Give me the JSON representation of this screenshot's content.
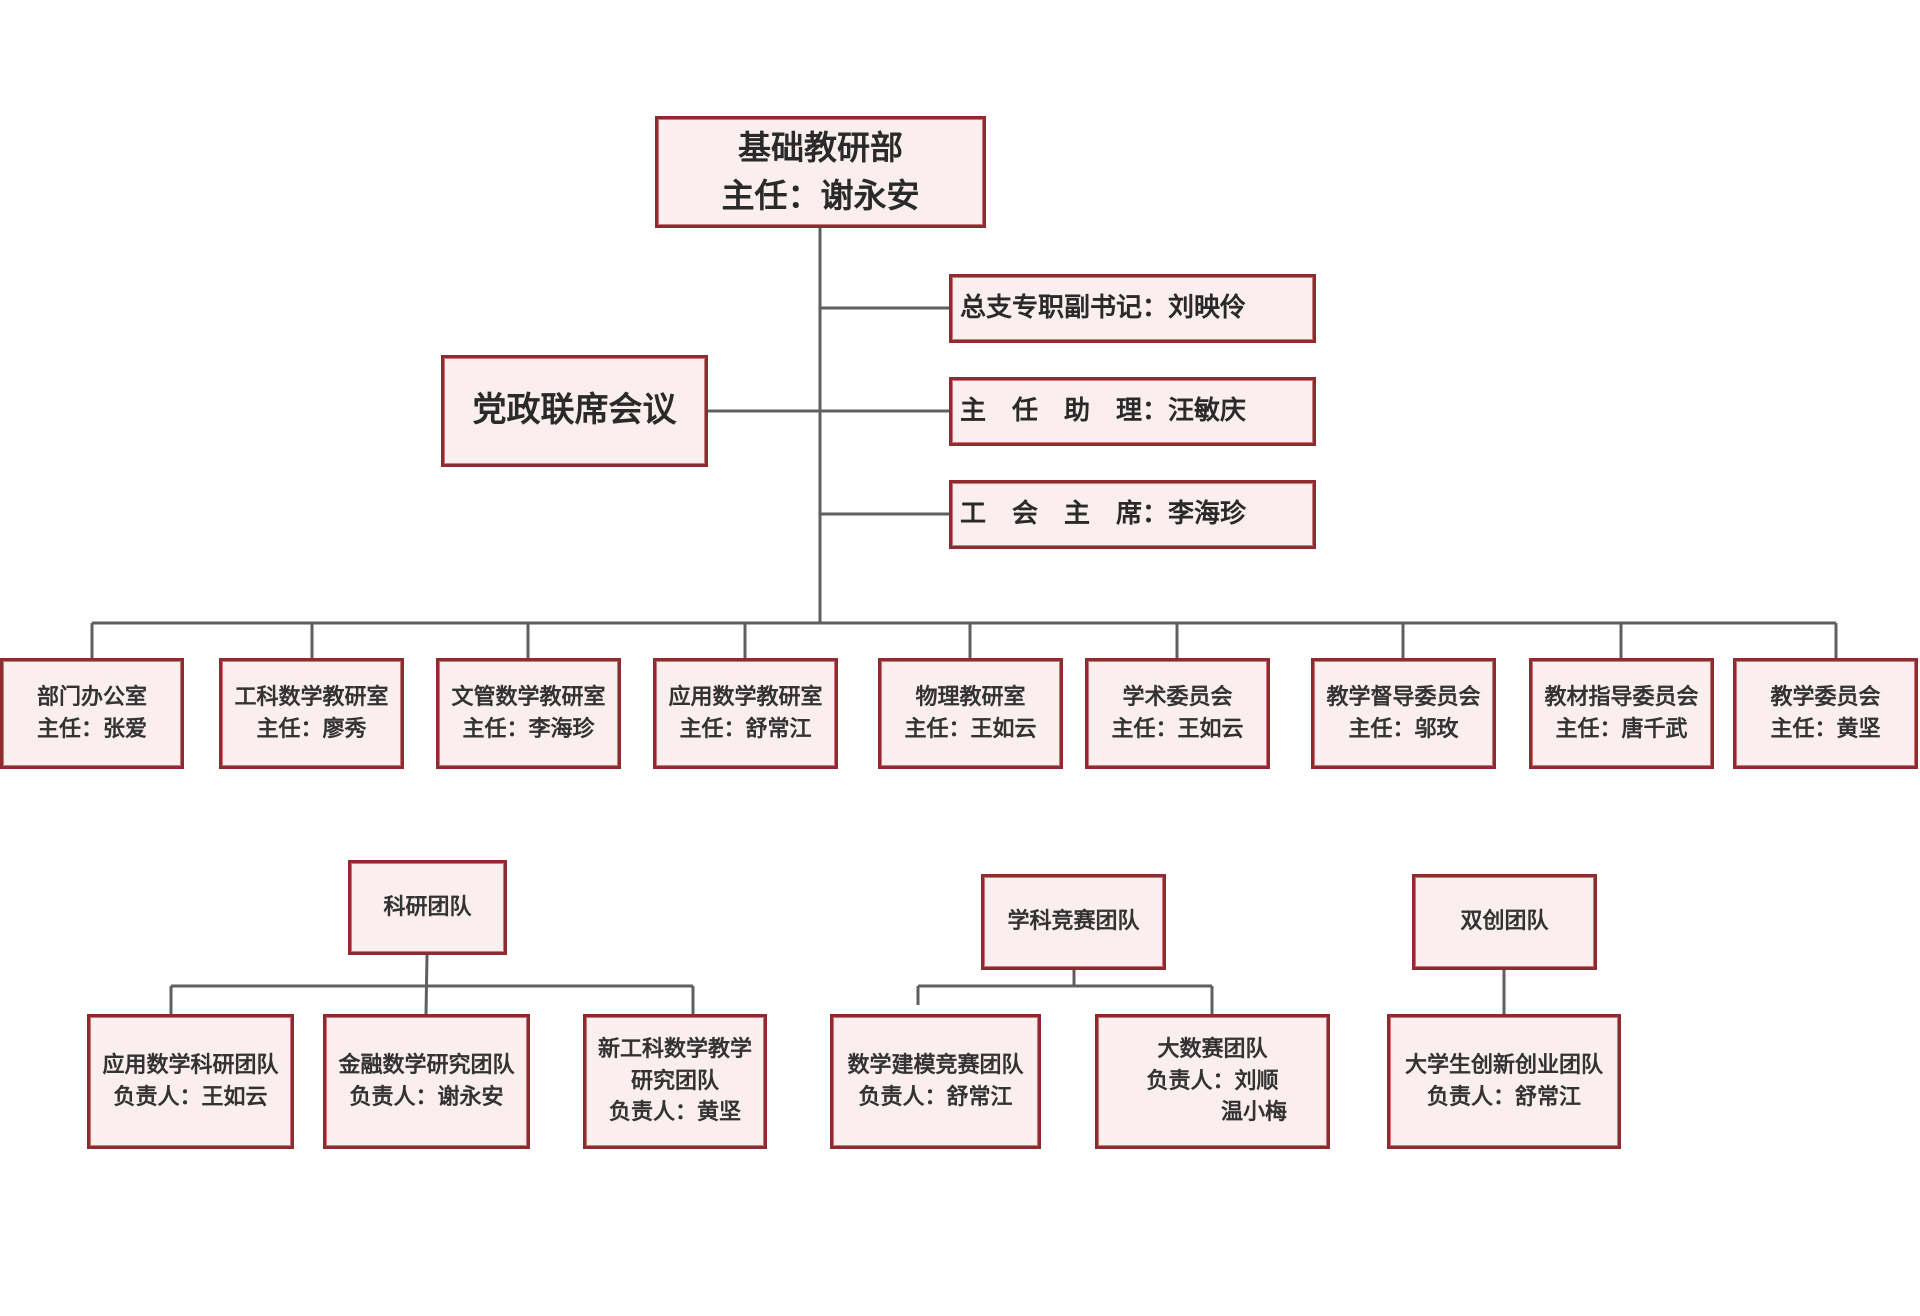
{
  "head": {
    "name": "基础教研部",
    "leader": "主任：谢永安"
  },
  "council": "党政联席会议",
  "staff": [
    "总支专职副书记：刘映伶",
    "主　任　助　理：汪敏庆",
    "工　会　主　席：李海珍"
  ],
  "departments": [
    {
      "name": "部门办公室",
      "leader": "主任：张爱"
    },
    {
      "name": "工科数学教研室",
      "leader": "主任：廖秀"
    },
    {
      "name": "文管数学教研室",
      "leader": "主任：李海珍"
    },
    {
      "name": "应用数学教研室",
      "leader": "主任：舒常江"
    },
    {
      "name": "物理教研室",
      "leader": "主任：王如云"
    },
    {
      "name": "学术委员会",
      "leader": "主任：王如云"
    },
    {
      "name": "教学督导委员会",
      "leader": "主任：邬玫"
    },
    {
      "name": "教材指导委员会",
      "leader": "主任：唐千武"
    },
    {
      "name": "教学委员会",
      "leader": "主任：黄坚"
    }
  ],
  "teams": [
    {
      "name": "科研团队",
      "members": [
        {
          "lines": [
            "应用数学科研团队",
            "负责人：王如云"
          ]
        },
        {
          "lines": [
            "金融数学研究团队",
            "负责人：谢永安"
          ]
        },
        {
          "lines": [
            "新工科数学教学",
            "研究团队",
            "负责人：黄坚"
          ]
        }
      ]
    },
    {
      "name": "学科竞赛团队",
      "members": [
        {
          "lines": [
            "数学建模竞赛团队",
            "负责人：舒常江"
          ]
        },
        {
          "lines": [
            "大数赛团队",
            "负责人：刘顺",
            "温小梅"
          ]
        }
      ]
    },
    {
      "name": "双创团队",
      "members": [
        {
          "lines": [
            "大学生创新创业团队",
            "负责人：舒常江"
          ]
        }
      ]
    }
  ],
  "colors": {
    "border": "#8e2b30",
    "fill": "#fbeeee",
    "line": "#5a5a5a"
  }
}
